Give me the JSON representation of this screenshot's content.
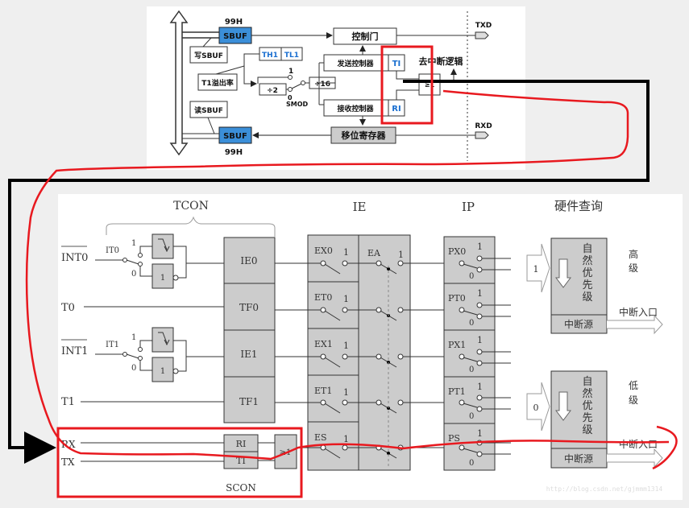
{
  "top_diagram": {
    "sbuf_write": {
      "label": "SBUF",
      "addr": "99H",
      "color": "#3b8fd9"
    },
    "sbuf_read": {
      "label": "SBUF",
      "addr": "99H",
      "color": "#3b8fd9"
    },
    "write_sbuf_label": "写SBUF",
    "read_sbuf_label": "读SBUF",
    "th1": "TH1",
    "tl1": "TL1",
    "t1_overflow": "T1溢出率",
    "div2": "÷2",
    "div16": "÷16",
    "smod_1": "1",
    "smod_0": "0",
    "smod": "SMOD",
    "control_gate": "控制门",
    "tx_controller": "发送控制器",
    "rx_controller": "接收控制器",
    "shift_register": "移位寄存器",
    "ti": "TI",
    "ri": "RI",
    "to_interrupt": "去中断逻辑",
    "or_gate": "≥1",
    "txd": "TXD",
    "rxd": "RXD"
  },
  "bottom_diagram": {
    "tcon": "TCON",
    "ie": "IE",
    "ip": "IP",
    "hw_query": "硬件查询",
    "inputs": [
      "INT0",
      "T0",
      "INT1",
      "T1",
      "RX",
      "TX"
    ],
    "it0": "IT0",
    "it1": "IT1",
    "one": "1",
    "zero": "0",
    "tcon_flags": [
      "IE0",
      "TF0",
      "IE1",
      "TF1"
    ],
    "scon_flags": [
      "RI",
      "TI"
    ],
    "scon": "SCON",
    "scon_or": "≥1",
    "ie_bits": [
      "EX0",
      "ET0",
      "EX1",
      "ET1",
      "ES"
    ],
    "ea": "EA",
    "ip_bits": [
      "PX0",
      "PT0",
      "PX1",
      "PT1",
      "PS"
    ],
    "high_group": {
      "priority_in": "1",
      "natural": [
        "自",
        "然",
        "优",
        "先",
        "级"
      ],
      "source": "中断源",
      "level": [
        "高",
        "级"
      ],
      "entry": "中断入口"
    },
    "low_group": {
      "priority_in": "0",
      "natural": [
        "自",
        "然",
        "优",
        "先",
        "级"
      ],
      "source": "中断源",
      "level": [
        "低",
        "级"
      ],
      "entry": "中断入口"
    },
    "watermark": "http://blog.csdn.net/gjmmm1314"
  },
  "annotations": {
    "red": "#e8191f",
    "black": "#000000"
  }
}
